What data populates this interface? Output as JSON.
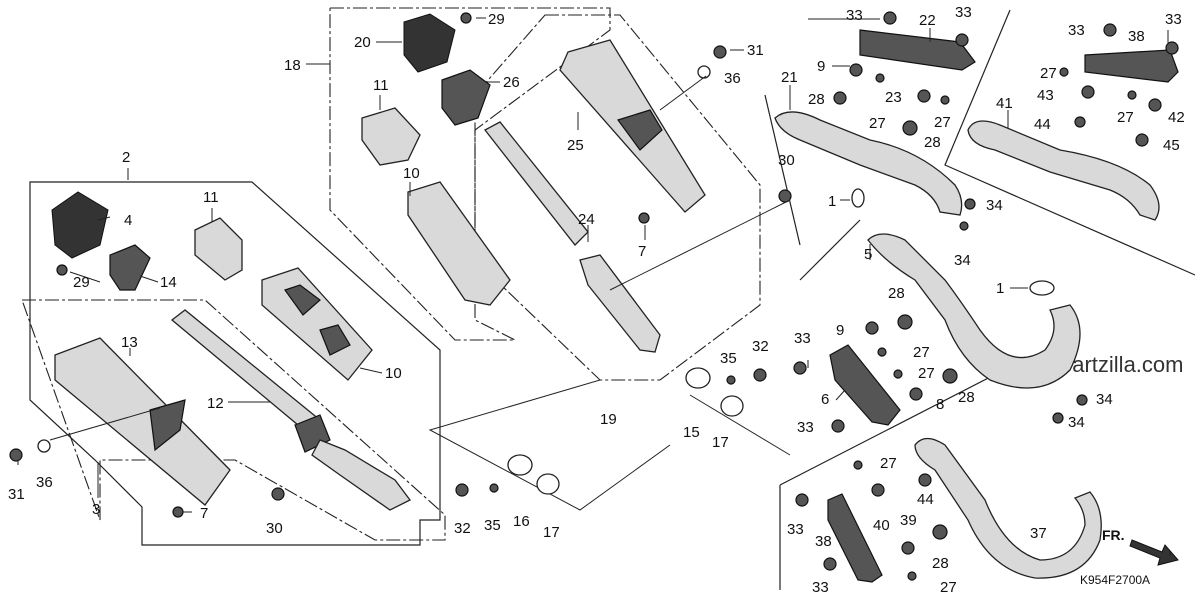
{
  "diagram": {
    "callouts": [
      "1",
      "2",
      "3",
      "4",
      "5",
      "6",
      "7",
      "8",
      "9",
      "10",
      "11",
      "12",
      "13",
      "14",
      "15",
      "16",
      "17",
      "18",
      "19",
      "20",
      "21",
      "22",
      "23",
      "24",
      "25",
      "26",
      "27",
      "28",
      "29",
      "30",
      "31",
      "32",
      "33",
      "34",
      "35",
      "36",
      "37",
      "38",
      "39",
      "40",
      "41",
      "42",
      "43",
      "44",
      "45"
    ],
    "direction_label": "FR.",
    "diagram_code": "K954F2700A",
    "watermark": "partzilla.com"
  }
}
